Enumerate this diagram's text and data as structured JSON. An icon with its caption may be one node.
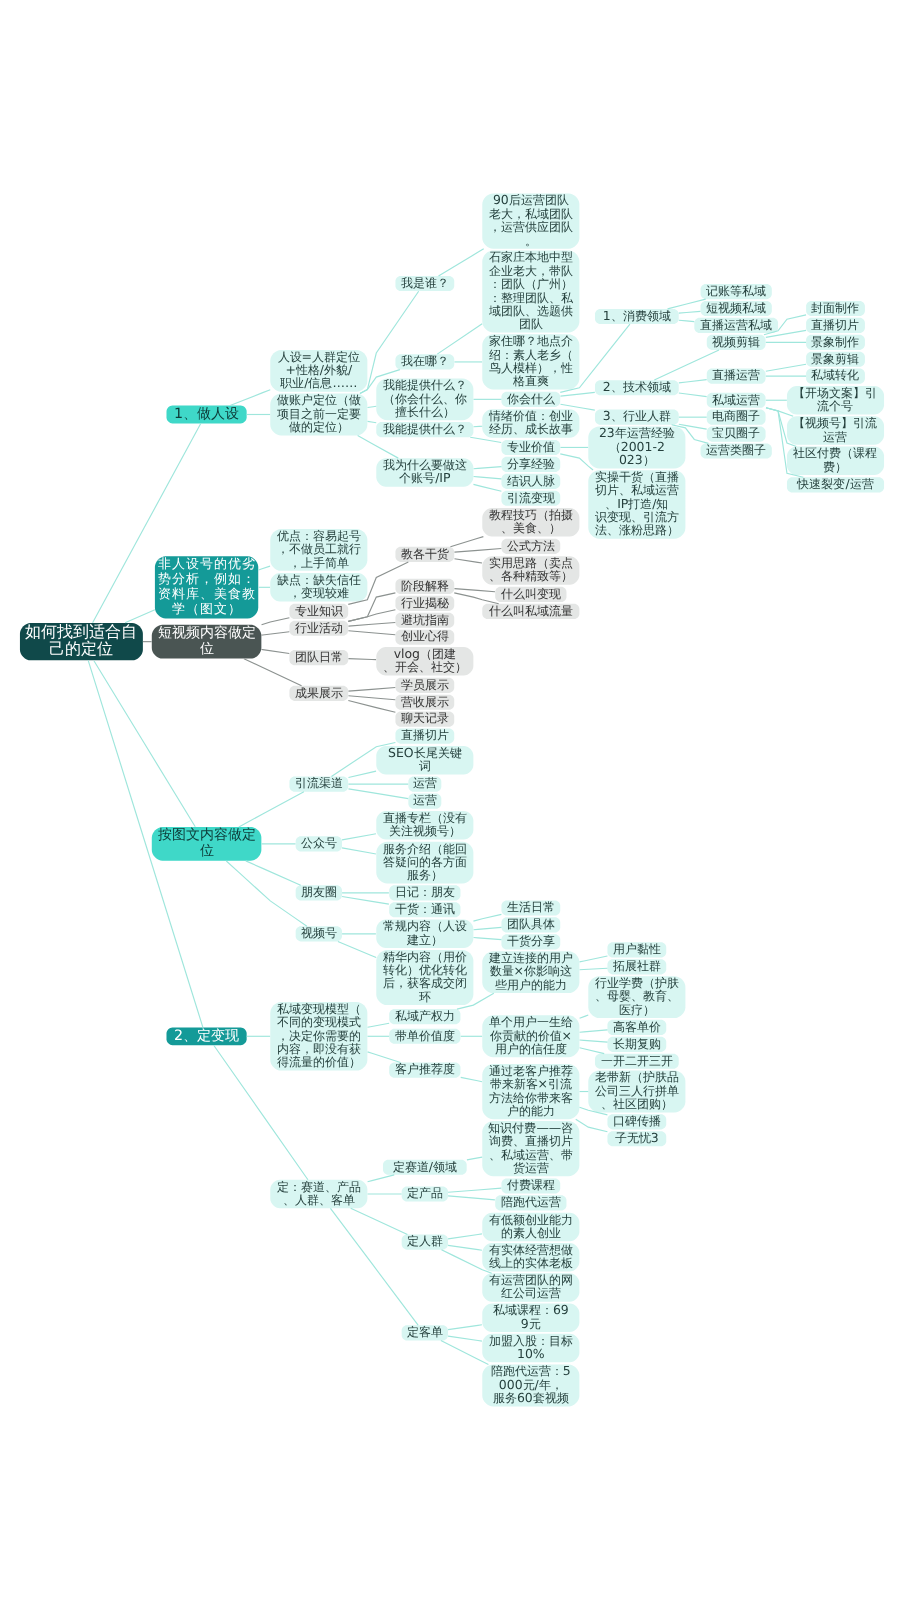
{
  "diagram": {
    "nodes": [
      {
        "text": [
          "如何找到适合自己的定位"
        ]
      },
      {
        "text": [
          "1、做人设"
        ]
      },
      {
        "text": [
          "人设=人群定位+性格/外貌/职业/信息……"
        ]
      },
      {
        "text": [
          "做账户定位（做项目之前一定要做的定位）"
        ]
      },
      {
        "text": [
          "我是谁？"
        ]
      },
      {
        "text": [
          "90后运营团队老大，私域团队，运营供应团队。"
        ]
      },
      {
        "text": [
          "我在哪？"
        ]
      },
      {
        "text": [
          "石家庄本地中型企业老大，带队：团队（广州）：整理团队、私域团队、选题供团队"
        ]
      },
      {
        "text": [
          "家住哪？地点介绍：素人老乡（鸟人模样），性格直爽"
        ]
      },
      {
        "text": [
          "我能提供什么？（你会什么、你擅长什么）"
        ]
      },
      {
        "text": [
          "你会什么"
        ]
      },
      {
        "text": [
          "1、消费领域"
        ]
      },
      {
        "text": [
          "记账等私域"
        ]
      },
      {
        "text": [
          "短视频私域"
        ]
      },
      {
        "text": [
          "直播运营私域"
        ]
      },
      {
        "text": [
          "2、技术领域"
        ]
      },
      {
        "text": [
          "视频剪辑"
        ]
      },
      {
        "text": [
          "封面制作"
        ]
      },
      {
        "text": [
          "直播切片"
        ]
      },
      {
        "text": [
          "景象制作"
        ]
      },
      {
        "text": [
          "直播运营"
        ]
      },
      {
        "text": [
          "景象剪辑"
        ]
      },
      {
        "text": [
          "私域转化"
        ]
      },
      {
        "text": [
          "私域运营"
        ]
      },
      {
        "text": [
          "【开场文案】引流个号"
        ]
      },
      {
        "text": [
          "【视频号】引流运营"
        ]
      },
      {
        "text": [
          "社区付费（课程费）"
        ]
      },
      {
        "text": [
          "快速裂变/运营"
        ]
      },
      {
        "text": [
          "3、行业人群"
        ]
      },
      {
        "text": [
          "电商圈子"
        ]
      },
      {
        "text": [
          "宝贝圈子"
        ]
      },
      {
        "text": [
          "运营类圈子"
        ]
      },
      {
        "text": [
          "我能提供什么？"
        ]
      },
      {
        "text": [
          "情绪价值：创业经历、成长故事"
        ]
      },
      {
        "text": [
          "专业价值"
        ]
      },
      {
        "text": [
          "23年运营经验（2001-2023）"
        ]
      },
      {
        "text": [
          "实操干货（直播切片、私域运营、IP打造/知识变现、引流方法、涨粉思路）"
        ]
      },
      {
        "text": [
          "我为什么要做这个账号/IP"
        ]
      },
      {
        "text": [
          "分享经验"
        ]
      },
      {
        "text": [
          "结识人脉"
        ]
      },
      {
        "text": [
          "引流变现"
        ]
      },
      {
        "text": [
          "非人设号的优劣势分析，例如：资料库、美食教学（图文）"
        ]
      },
      {
        "text": [
          "优点：容易起号，不做员工就行，上手简单"
        ]
      },
      {
        "text": [
          "缺点：缺失信任，变现较难"
        ]
      },
      {
        "text": [
          "短视频内容做定位"
        ]
      },
      {
        "text": [
          "专业知识"
        ]
      },
      {
        "text": [
          "教各干货"
        ]
      },
      {
        "text": [
          "教程技巧（拍摄、美食、）"
        ]
      },
      {
        "text": [
          "公式方法"
        ]
      },
      {
        "text": [
          "实用思路（卖点、各种精致等）"
        ]
      },
      {
        "text": [
          "行业活动"
        ]
      },
      {
        "text": [
          "阶段解释"
        ]
      },
      {
        "text": [
          "什么叫变现"
        ]
      },
      {
        "text": [
          "什么叫私域流量"
        ]
      },
      {
        "text": [
          "行业揭秘"
        ]
      },
      {
        "text": [
          "避坑指南"
        ]
      },
      {
        "text": [
          "创业心得"
        ]
      },
      {
        "text": [
          "团队日常"
        ]
      },
      {
        "text": [
          "vlog（团建、开会、社交）"
        ]
      },
      {
        "text": [
          "成果展示"
        ]
      },
      {
        "text": [
          "学员展示"
        ]
      },
      {
        "text": [
          "营收展示"
        ]
      },
      {
        "text": [
          "聊天记录"
        ]
      },
      {
        "text": [
          "按图文内容做定位"
        ]
      },
      {
        "text": [
          "引流渠道"
        ]
      },
      {
        "text": [
          "直播切片"
        ]
      },
      {
        "text": [
          "SEO长尾关键词"
        ]
      },
      {
        "text": [
          "运营"
        ]
      },
      {
        "text": [
          "运营"
        ]
      },
      {
        "text": [
          "公众号"
        ]
      },
      {
        "text": [
          "直播专栏（没有关注视频号）"
        ]
      },
      {
        "text": [
          "服务介绍（能回答疑问的各方面服务）"
        ]
      },
      {
        "text": [
          "朋友圈"
        ]
      },
      {
        "text": [
          "日记：朋友"
        ]
      },
      {
        "text": [
          "干货：通讯"
        ]
      },
      {
        "text": [
          "视频号"
        ]
      },
      {
        "text": [
          "常规内容（人设建立）"
        ]
      },
      {
        "text": [
          "生活日常"
        ]
      },
      {
        "text": [
          "团队具体"
        ]
      },
      {
        "text": [
          "干货分享"
        ]
      },
      {
        "text": [
          "精华内容（用价转化）优化转化后，获客成交闭环"
        ]
      },
      {
        "text": [
          "2、定变现"
        ]
      },
      {
        "text": [
          "私域变现模型（不同的变现模式，决定你需要的内容，即没有获得流量的价值）"
        ]
      },
      {
        "text": [
          "私域产权力"
        ]
      },
      {
        "text": [
          "建立连接的用户数量×你影响这些用户的能力"
        ]
      },
      {
        "text": [
          "用户黏性"
        ]
      },
      {
        "text": [
          "拓展社群"
        ]
      },
      {
        "text": [
          "带单价值度"
        ]
      },
      {
        "text": [
          "单个用户一生给你贡献的价值×用户的信任度"
        ]
      },
      {
        "text": [
          "行业学费（护肤、母婴、教育、医疗）"
        ]
      },
      {
        "text": [
          "高客单价"
        ]
      },
      {
        "text": [
          "长期复购"
        ]
      },
      {
        "text": [
          "一开二开三开"
        ]
      },
      {
        "text": [
          "客户推荐度"
        ]
      },
      {
        "text": [
          "通过老客户推荐带来新客×引流方法给你带来客户的能力"
        ]
      },
      {
        "text": [
          "老带新（护肤品公司三人行拼单、社区团购）"
        ]
      },
      {
        "text": [
          "口碑传播"
        ]
      },
      {
        "text": [
          "子无忧3"
        ]
      },
      {
        "text": [
          "定：赛道、产品、人群、客单"
        ]
      },
      {
        "text": [
          "定赛道/领域"
        ]
      },
      {
        "text": [
          "知识付费——咨询费、直播切片、私域运营、带货运营"
        ]
      },
      {
        "text": [
          "定产品"
        ]
      },
      {
        "text": [
          "付费课程"
        ]
      },
      {
        "text": [
          "陪跑代运营"
        ]
      },
      {
        "text": [
          "定人群"
        ]
      },
      {
        "text": [
          "有低额创业能力的素人创业"
        ]
      },
      {
        "text": [
          "有实体经营想做线上的实体老板"
        ]
      },
      {
        "text": [
          "有运营团队的网红公司运营"
        ]
      },
      {
        "text": [
          "定客单"
        ]
      },
      {
        "text": [
          "私域课程：699元"
        ]
      },
      {
        "text": [
          "加盟入股：目标10%"
        ]
      },
      {
        "text": [
          "陪跑代运营：5000元/年，服务60套视频"
        ]
      }
    ],
    "edges": [
      {
        "from": 0,
        "to": 1,
        "arrow": "none"
      },
      {
        "from": 1,
        "to": 2,
        "arrow": "none"
      },
      {
        "from": 1,
        "to": 3,
        "arrow": "none"
      },
      {
        "from": 3,
        "to": 4,
        "arrow": "none"
      },
      {
        "from": 4,
        "to": 5,
        "arrow": "none"
      },
      {
        "from": 3,
        "to": 6,
        "arrow": "none"
      },
      {
        "from": 6,
        "to": 7,
        "arrow": "none"
      },
      {
        "from": 6,
        "to": 8,
        "arrow": "none"
      },
      {
        "from": 3,
        "to": 9,
        "arrow": "none"
      },
      {
        "from": 9,
        "to": 10,
        "arrow": "none"
      },
      {
        "from": 10,
        "to": 11,
        "arrow": "none"
      },
      {
        "from": 11,
        "to": 12,
        "arrow": "none"
      },
      {
        "from": 11,
        "to": 13,
        "arrow": "none"
      },
      {
        "from": 11,
        "to": 14,
        "arrow": "none"
      },
      {
        "from": 10,
        "to": 15,
        "arrow": "none"
      },
      {
        "from": 15,
        "to": 16,
        "arrow": "none"
      },
      {
        "from": 16,
        "to": 17,
        "arrow": "none"
      },
      {
        "from": 16,
        "to": 18,
        "arrow": "none"
      },
      {
        "from": 16,
        "to": 19,
        "arrow": "none"
      },
      {
        "from": 15,
        "to": 20,
        "arrow": "none"
      },
      {
        "from": 20,
        "to": 21,
        "arrow": "none"
      },
      {
        "from": 20,
        "to": 22,
        "arrow": "none"
      },
      {
        "from": 15,
        "to": 23,
        "arrow": "none"
      },
      {
        "from": 23,
        "to": 24,
        "arrow": "none"
      },
      {
        "from": 23,
        "to": 25,
        "arrow": "none"
      },
      {
        "from": 23,
        "to": 26,
        "arrow": "none"
      },
      {
        "from": 23,
        "to": 27,
        "arrow": "none"
      },
      {
        "from": 10,
        "to": 28,
        "arrow": "none"
      },
      {
        "from": 28,
        "to": 29,
        "arrow": "none"
      },
      {
        "from": 28,
        "to": 30,
        "arrow": "none"
      },
      {
        "from": 28,
        "to": 31,
        "arrow": "none"
      },
      {
        "from": 3,
        "to": 32,
        "arrow": "none"
      },
      {
        "from": 32,
        "to": 33,
        "arrow": "none"
      },
      {
        "from": 32,
        "to": 34,
        "arrow": "none"
      },
      {
        "from": 34,
        "to": 35,
        "arrow": "none"
      },
      {
        "from": 34,
        "to": 36,
        "arrow": "none"
      },
      {
        "from": 3,
        "to": 37,
        "arrow": "none"
      },
      {
        "from": 37,
        "to": 38,
        "arrow": "none"
      },
      {
        "from": 37,
        "to": 39,
        "arrow": "none"
      },
      {
        "from": 37,
        "to": 40,
        "arrow": "none"
      },
      {
        "from": 0,
        "to": 41,
        "arrow": "none"
      },
      {
        "from": 41,
        "to": 42,
        "arrow": "none"
      },
      {
        "from": 41,
        "to": 43,
        "arrow": "none"
      },
      {
        "from": 0,
        "to": 44,
        "arrow": "none",
        "color": "#8c9290"
      },
      {
        "from": 44,
        "to": 45,
        "arrow": "none",
        "color": "#8c9290"
      },
      {
        "from": 45,
        "to": 46,
        "arrow": "none",
        "color": "#8c9290"
      },
      {
        "from": 46,
        "to": 47,
        "arrow": "none",
        "color": "#8c9290"
      },
      {
        "from": 46,
        "to": 48,
        "arrow": "none",
        "color": "#8c9290"
      },
      {
        "from": 46,
        "to": 49,
        "arrow": "none",
        "color": "#8c9290"
      },
      {
        "from": 44,
        "to": 50,
        "arrow": "none",
        "color": "#8c9290"
      },
      {
        "from": 50,
        "to": 51,
        "arrow": "none",
        "color": "#8c9290"
      },
      {
        "from": 51,
        "to": 52,
        "arrow": "none",
        "color": "#8c9290"
      },
      {
        "from": 51,
        "to": 53,
        "arrow": "none",
        "color": "#8c9290"
      },
      {
        "from": 50,
        "to": 54,
        "arrow": "none",
        "color": "#8c9290"
      },
      {
        "from": 50,
        "to": 55,
        "arrow": "none",
        "color": "#8c9290"
      },
      {
        "from": 50,
        "to": 56,
        "arrow": "none",
        "color": "#8c9290"
      },
      {
        "from": 44,
        "to": 57,
        "arrow": "none",
        "color": "#8c9290"
      },
      {
        "from": 57,
        "to": 58,
        "arrow": "none",
        "color": "#8c9290"
      },
      {
        "from": 44,
        "to": 59,
        "arrow": "none",
        "color": "#8c9290"
      },
      {
        "from": 59,
        "to": 60,
        "arrow": "none",
        "color": "#8c9290"
      },
      {
        "from": 59,
        "to": 61,
        "arrow": "none",
        "color": "#8c9290"
      },
      {
        "from": 59,
        "to": 62,
        "arrow": "none",
        "color": "#8c9290"
      },
      {
        "from": 0,
        "to": 63,
        "arrow": "none"
      },
      {
        "from": 63,
        "to": 64,
        "arrow": "none"
      },
      {
        "from": 64,
        "to": 65,
        "arrow": "none"
      },
      {
        "from": 64,
        "to": 66,
        "arrow": "none"
      },
      {
        "from": 64,
        "to": 67,
        "arrow": "none"
      },
      {
        "from": 64,
        "to": 68,
        "arrow": "none"
      },
      {
        "from": 63,
        "to": 69,
        "arrow": "none"
      },
      {
        "from": 69,
        "to": 70,
        "arrow": "none"
      },
      {
        "from": 69,
        "to": 71,
        "arrow": "none"
      },
      {
        "from": 63,
        "to": 72,
        "arrow": "none"
      },
      {
        "from": 72,
        "to": 73,
        "arrow": "none"
      },
      {
        "from": 72,
        "to": 74,
        "arrow": "none"
      },
      {
        "from": 63,
        "to": 75,
        "arrow": "none"
      },
      {
        "from": 75,
        "to": 76,
        "arrow": "none"
      },
      {
        "from": 76,
        "to": 77,
        "arrow": "none"
      },
      {
        "from": 76,
        "to": 78,
        "arrow": "none"
      },
      {
        "from": 76,
        "to": 79,
        "arrow": "none"
      },
      {
        "from": 75,
        "to": 80,
        "arrow": "none"
      },
      {
        "from": 0,
        "to": 81,
        "arrow": "none"
      },
      {
        "from": 81,
        "to": 82,
        "arrow": "none"
      },
      {
        "from": 82,
        "to": 83,
        "arrow": "none"
      },
      {
        "from": 83,
        "to": 84,
        "arrow": "none"
      },
      {
        "from": 84,
        "to": 85,
        "arrow": "none"
      },
      {
        "from": 84,
        "to": 86,
        "arrow": "none"
      },
      {
        "from": 82,
        "to": 87,
        "arrow": "none"
      },
      {
        "from": 87,
        "to": 88,
        "arrow": "none"
      },
      {
        "from": 88,
        "to": 89,
        "arrow": "none"
      },
      {
        "from": 88,
        "to": 90,
        "arrow": "none"
      },
      {
        "from": 88,
        "to": 91,
        "arrow": "none"
      },
      {
        "from": 88,
        "to": 92,
        "arrow": "none"
      },
      {
        "from": 82,
        "to": 93,
        "arrow": "none"
      },
      {
        "from": 93,
        "to": 94,
        "arrow": "none"
      },
      {
        "from": 94,
        "to": 95,
        "arrow": "none"
      },
      {
        "from": 94,
        "to": 96,
        "arrow": "none"
      },
      {
        "from": 94,
        "to": 97,
        "arrow": "none"
      },
      {
        "from": 81,
        "to": 98,
        "arrow": "none"
      },
      {
        "from": 98,
        "to": 99,
        "arrow": "none"
      },
      {
        "from": 99,
        "to": 100,
        "arrow": "none"
      },
      {
        "from": 98,
        "to": 101,
        "arrow": "none"
      },
      {
        "from": 101,
        "to": 102,
        "arrow": "none"
      },
      {
        "from": 101,
        "to": 103,
        "arrow": "none"
      },
      {
        "from": 98,
        "to": 104,
        "arrow": "none"
      },
      {
        "from": 104,
        "to": 105,
        "arrow": "none"
      },
      {
        "from": 104,
        "to": 106,
        "arrow": "none"
      },
      {
        "from": 104,
        "to": 107,
        "arrow": "none"
      },
      {
        "from": 98,
        "to": 108,
        "arrow": "none"
      },
      {
        "from": 108,
        "to": 109,
        "arrow": "none"
      },
      {
        "from": 108,
        "to": 110,
        "arrow": "none"
      },
      {
        "from": 108,
        "to": 111,
        "arrow": "none"
      }
    ]
  }
}
